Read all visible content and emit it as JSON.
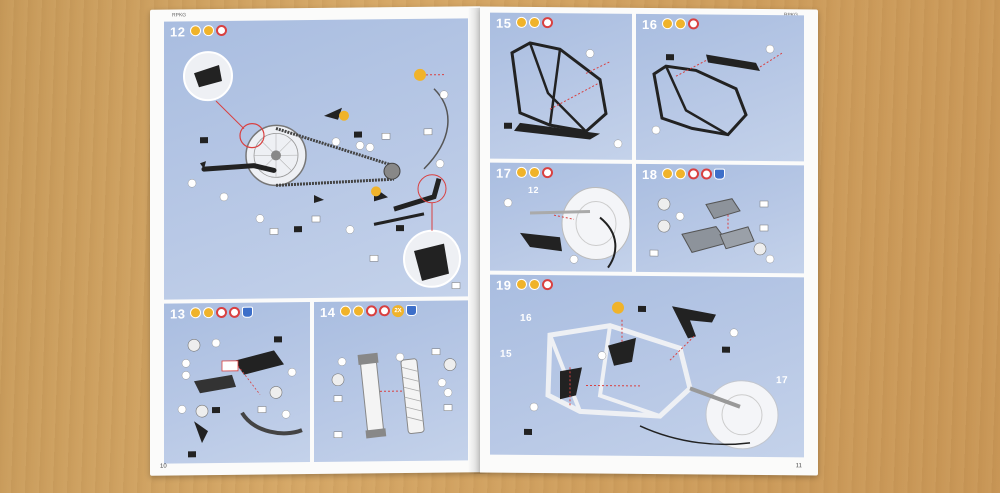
{
  "booklet": {
    "left_page": {
      "header_code": "RPKG",
      "page_number": "10",
      "steps": [
        {
          "number": "12"
        },
        {
          "number": "13"
        },
        {
          "number": "14",
          "badge": "2X"
        }
      ]
    },
    "right_page": {
      "header_code": "RPKG",
      "page_number": "11",
      "steps": [
        {
          "number": "15"
        },
        {
          "number": "16"
        },
        {
          "number": "17"
        },
        {
          "number": "18"
        },
        {
          "number": "19"
        }
      ],
      "callouts": {
        "ref_12": "12",
        "ref_16": "16",
        "ref_15": "15",
        "ref_17": "17"
      }
    }
  },
  "colors": {
    "panel_blue": "#b3c5e4",
    "tool_orange": "#f0b32a",
    "tool_red": "#d94040",
    "glue_blue": "#3d6fc9",
    "wood": "#d2a261"
  },
  "icons": [
    "glue-icon",
    "paint-icon",
    "cutter-icon",
    "decal-icon"
  ]
}
